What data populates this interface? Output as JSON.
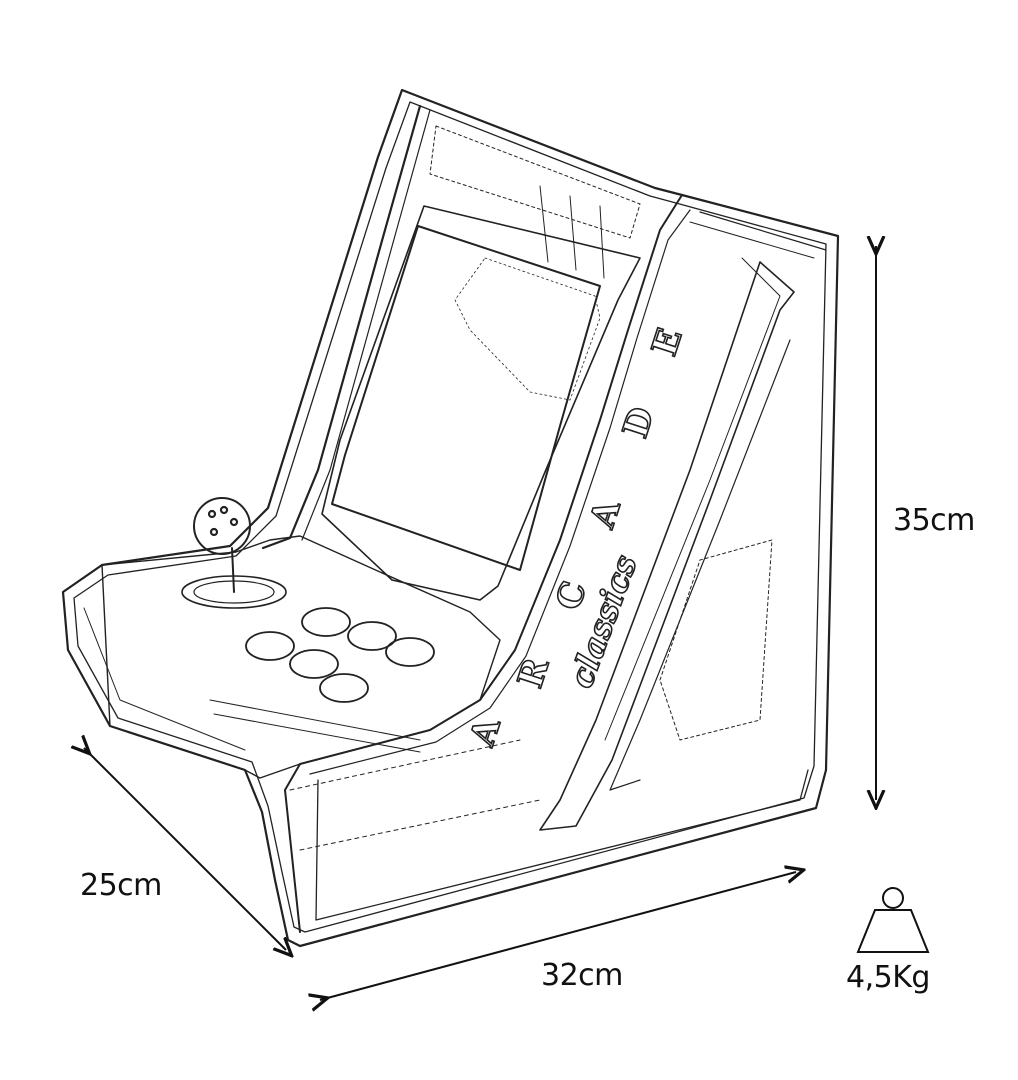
{
  "dimensions": {
    "height": "35cm",
    "depth": "25cm",
    "width": "32cm",
    "weight": "4,5Kg"
  },
  "cabinet": {
    "marquee_letters": [
      "A",
      "R",
      "C",
      "A",
      "D",
      "E"
    ],
    "marquee_script": "classics"
  },
  "icons": [
    "weight-icon",
    "joystick-icon"
  ]
}
